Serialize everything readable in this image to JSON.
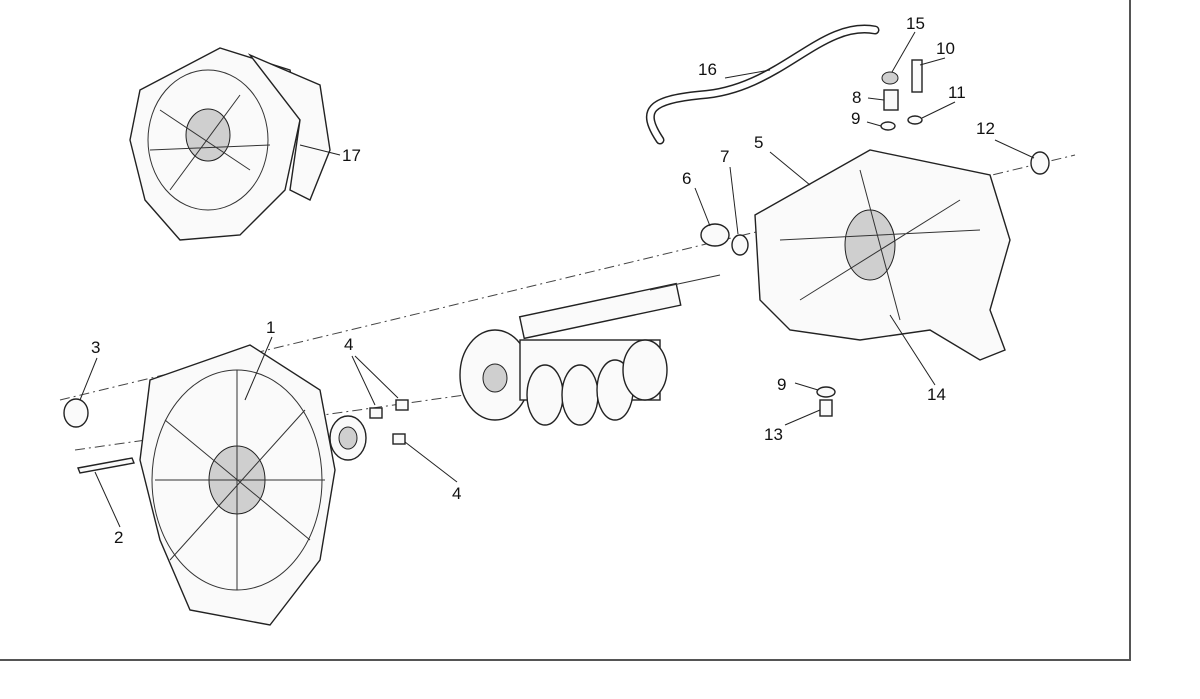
{
  "diagram": {
    "type": "exploded-parts-diagram",
    "callouts": [
      {
        "id": "c15",
        "label": "15"
      },
      {
        "id": "c10",
        "label": "10"
      },
      {
        "id": "c16",
        "label": "16"
      },
      {
        "id": "c8",
        "label": "8"
      },
      {
        "id": "c11",
        "label": "11"
      },
      {
        "id": "c9a",
        "label": "9"
      },
      {
        "id": "c12",
        "label": "12"
      },
      {
        "id": "c5",
        "label": "5"
      },
      {
        "id": "c7",
        "label": "7"
      },
      {
        "id": "c6",
        "label": "6"
      },
      {
        "id": "c17",
        "label": "17"
      },
      {
        "id": "c1",
        "label": "1"
      },
      {
        "id": "c3",
        "label": "3"
      },
      {
        "id": "c4a",
        "label": "4"
      },
      {
        "id": "c9b",
        "label": "9"
      },
      {
        "id": "c14",
        "label": "14"
      },
      {
        "id": "c13",
        "label": "13"
      },
      {
        "id": "c4b",
        "label": "4"
      },
      {
        "id": "c2",
        "label": "2"
      }
    ]
  }
}
